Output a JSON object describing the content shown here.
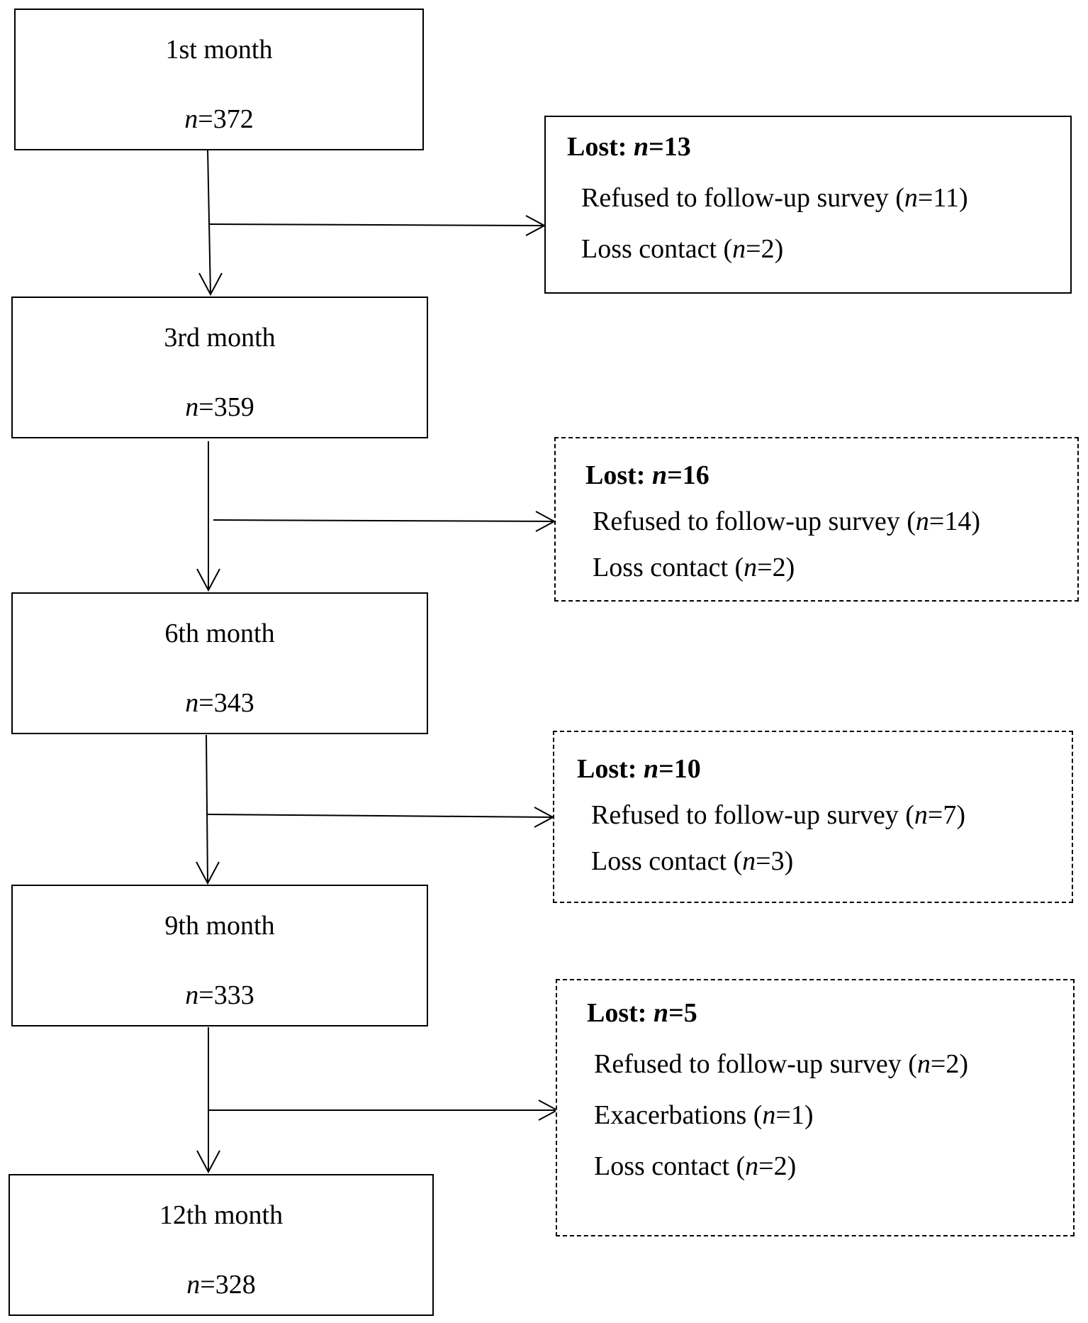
{
  "stages": [
    {
      "label": "1st month",
      "n_prefix": "n",
      "n_value": "=372"
    },
    {
      "label": "3rd month",
      "n_prefix": "n",
      "n_value": "=359"
    },
    {
      "label": "6th month",
      "n_prefix": "n",
      "n_value": "=343"
    },
    {
      "label": "9th month",
      "n_prefix": "n",
      "n_value": "=333"
    },
    {
      "label": "12th month",
      "n_prefix": "n",
      "n_value": "=328"
    }
  ],
  "losses": [
    {
      "head_label": "Lost: ",
      "head_n": "n",
      "head_value": "=13",
      "reasons": [
        {
          "text": "Refused to follow-up survey (",
          "n": "n",
          "value": "=11)"
        },
        {
          "text": "Loss contact (",
          "n": "n",
          "value": "=2)"
        }
      ]
    },
    {
      "head_label": "Lost: ",
      "head_n": "n",
      "head_value": "=16",
      "reasons": [
        {
          "text": "Refused to follow-up survey (",
          "n": "n",
          "value": "=14)"
        },
        {
          "text": "Loss contact (",
          "n": "n",
          "value": "=2)"
        }
      ]
    },
    {
      "head_label": "Lost: ",
      "head_n": "n",
      "head_value": "=10",
      "reasons": [
        {
          "text": "Refused to follow-up survey (",
          "n": "n",
          "value": "=7)"
        },
        {
          "text": "Loss contact (",
          "n": "n",
          "value": "=3)"
        }
      ]
    },
    {
      "head_label": "Lost: ",
      "head_n": "n",
      "head_value": "=5",
      "reasons": [
        {
          "text": "Refused to follow-up survey (",
          "n": "n",
          "value": "=2)"
        },
        {
          "text": "Exacerbations (",
          "n": "n",
          "value": "=1)"
        },
        {
          "text": "Loss contact (",
          "n": "n",
          "value": "=2)"
        }
      ]
    }
  ]
}
